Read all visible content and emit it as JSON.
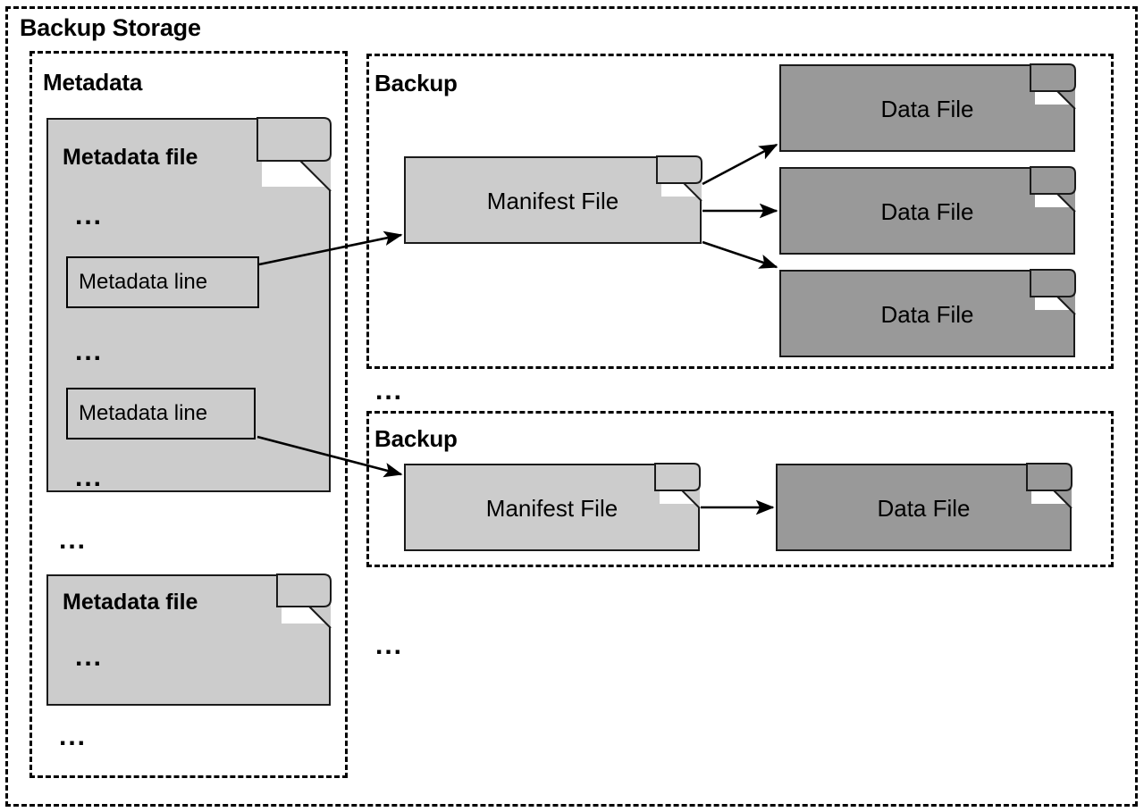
{
  "diagram": {
    "title": "Backup Storage",
    "root": {
      "label": "Backup Storage"
    },
    "sections": {
      "metadata": {
        "label": "Metadata"
      },
      "backup_one": {
        "label": "Backup"
      },
      "backup_two": {
        "label": "Backup"
      }
    },
    "metadata_files": [
      {
        "title": "Metadata file",
        "ellipsis_top": "...",
        "lines": [
          {
            "label": "Metadata line"
          },
          {
            "label": "Metadata line"
          }
        ],
        "ellipsis_mid": "...",
        "ellipsis_bottom": "..."
      },
      {
        "title": "Metadata file",
        "ellipsis_inner": "..."
      }
    ],
    "metadata_ellipsis_between": "...",
    "metadata_ellipsis_end": "...",
    "backup_one_manifest": {
      "label": "Manifest File"
    },
    "backup_one_data_files": [
      {
        "label": "Data File"
      },
      {
        "label": "Data File"
      },
      {
        "label": "Data File"
      }
    ],
    "backups_ellipsis_between": "...",
    "backups_ellipsis_end": "...",
    "backup_two_manifest": {
      "label": "Manifest File"
    },
    "backup_two_data_files": [
      {
        "label": "Data File"
      }
    ]
  },
  "colors": {
    "page_background": "#ffffff",
    "file_light_fill": "#cccccc",
    "file_dark_fill": "#999999",
    "stroke": "#000000",
    "text": "#000000"
  }
}
